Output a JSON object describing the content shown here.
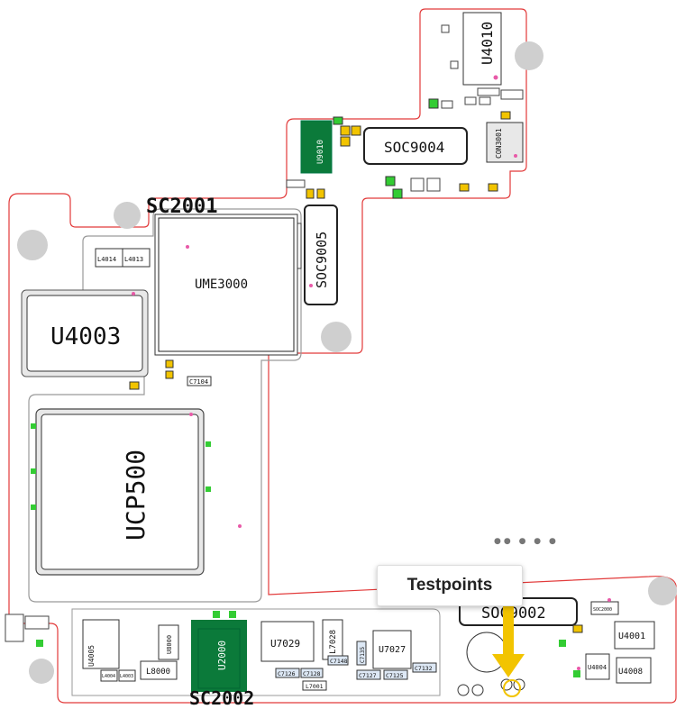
{
  "board": {
    "components": {
      "u4010": "U4010",
      "soc9004": "SOC9004",
      "u9010": "U9010",
      "con3001": "CON3001",
      "sc2001": "SC2001",
      "soc9005": "SOC9005",
      "ume3000": "UME3000",
      "l4014": "L4014",
      "l4013": "L4013",
      "u4003": "U4003",
      "ucp500": "UCP500",
      "c7104": "C7104",
      "u2000": "U2000",
      "sc2002": "SC2002",
      "u7029": "U7029",
      "l7028": "L7028",
      "u7027": "U7027",
      "c7126": "C7126",
      "c7128": "C7128",
      "c7148": "C7148",
      "c7127": "C7127",
      "c7125": "C7125",
      "c7135": "C7135",
      "c7132": "C7132",
      "l7001": "L7001",
      "u4005": "U4005",
      "l8000": "L8000",
      "u8000": "U8000",
      "l4004": "L4004",
      "l4003": "L4003",
      "soc9002": "SOC9002",
      "u4001": "U4001",
      "u4004": "U4004",
      "u4008": "U4008",
      "soc2000": "SOC2000"
    },
    "callout": {
      "label": "Testpoints"
    },
    "pager": "●● ● ● ●"
  },
  "colors": {
    "outline": "#e23a3a",
    "dark_green": "#0b7a3a",
    "light_green": "#33cc33",
    "yellow": "#f2c400",
    "mount_hole": "#cfcfcf",
    "pink_dot": "#e85aa8",
    "chip_gray": "#e8e8e8"
  }
}
